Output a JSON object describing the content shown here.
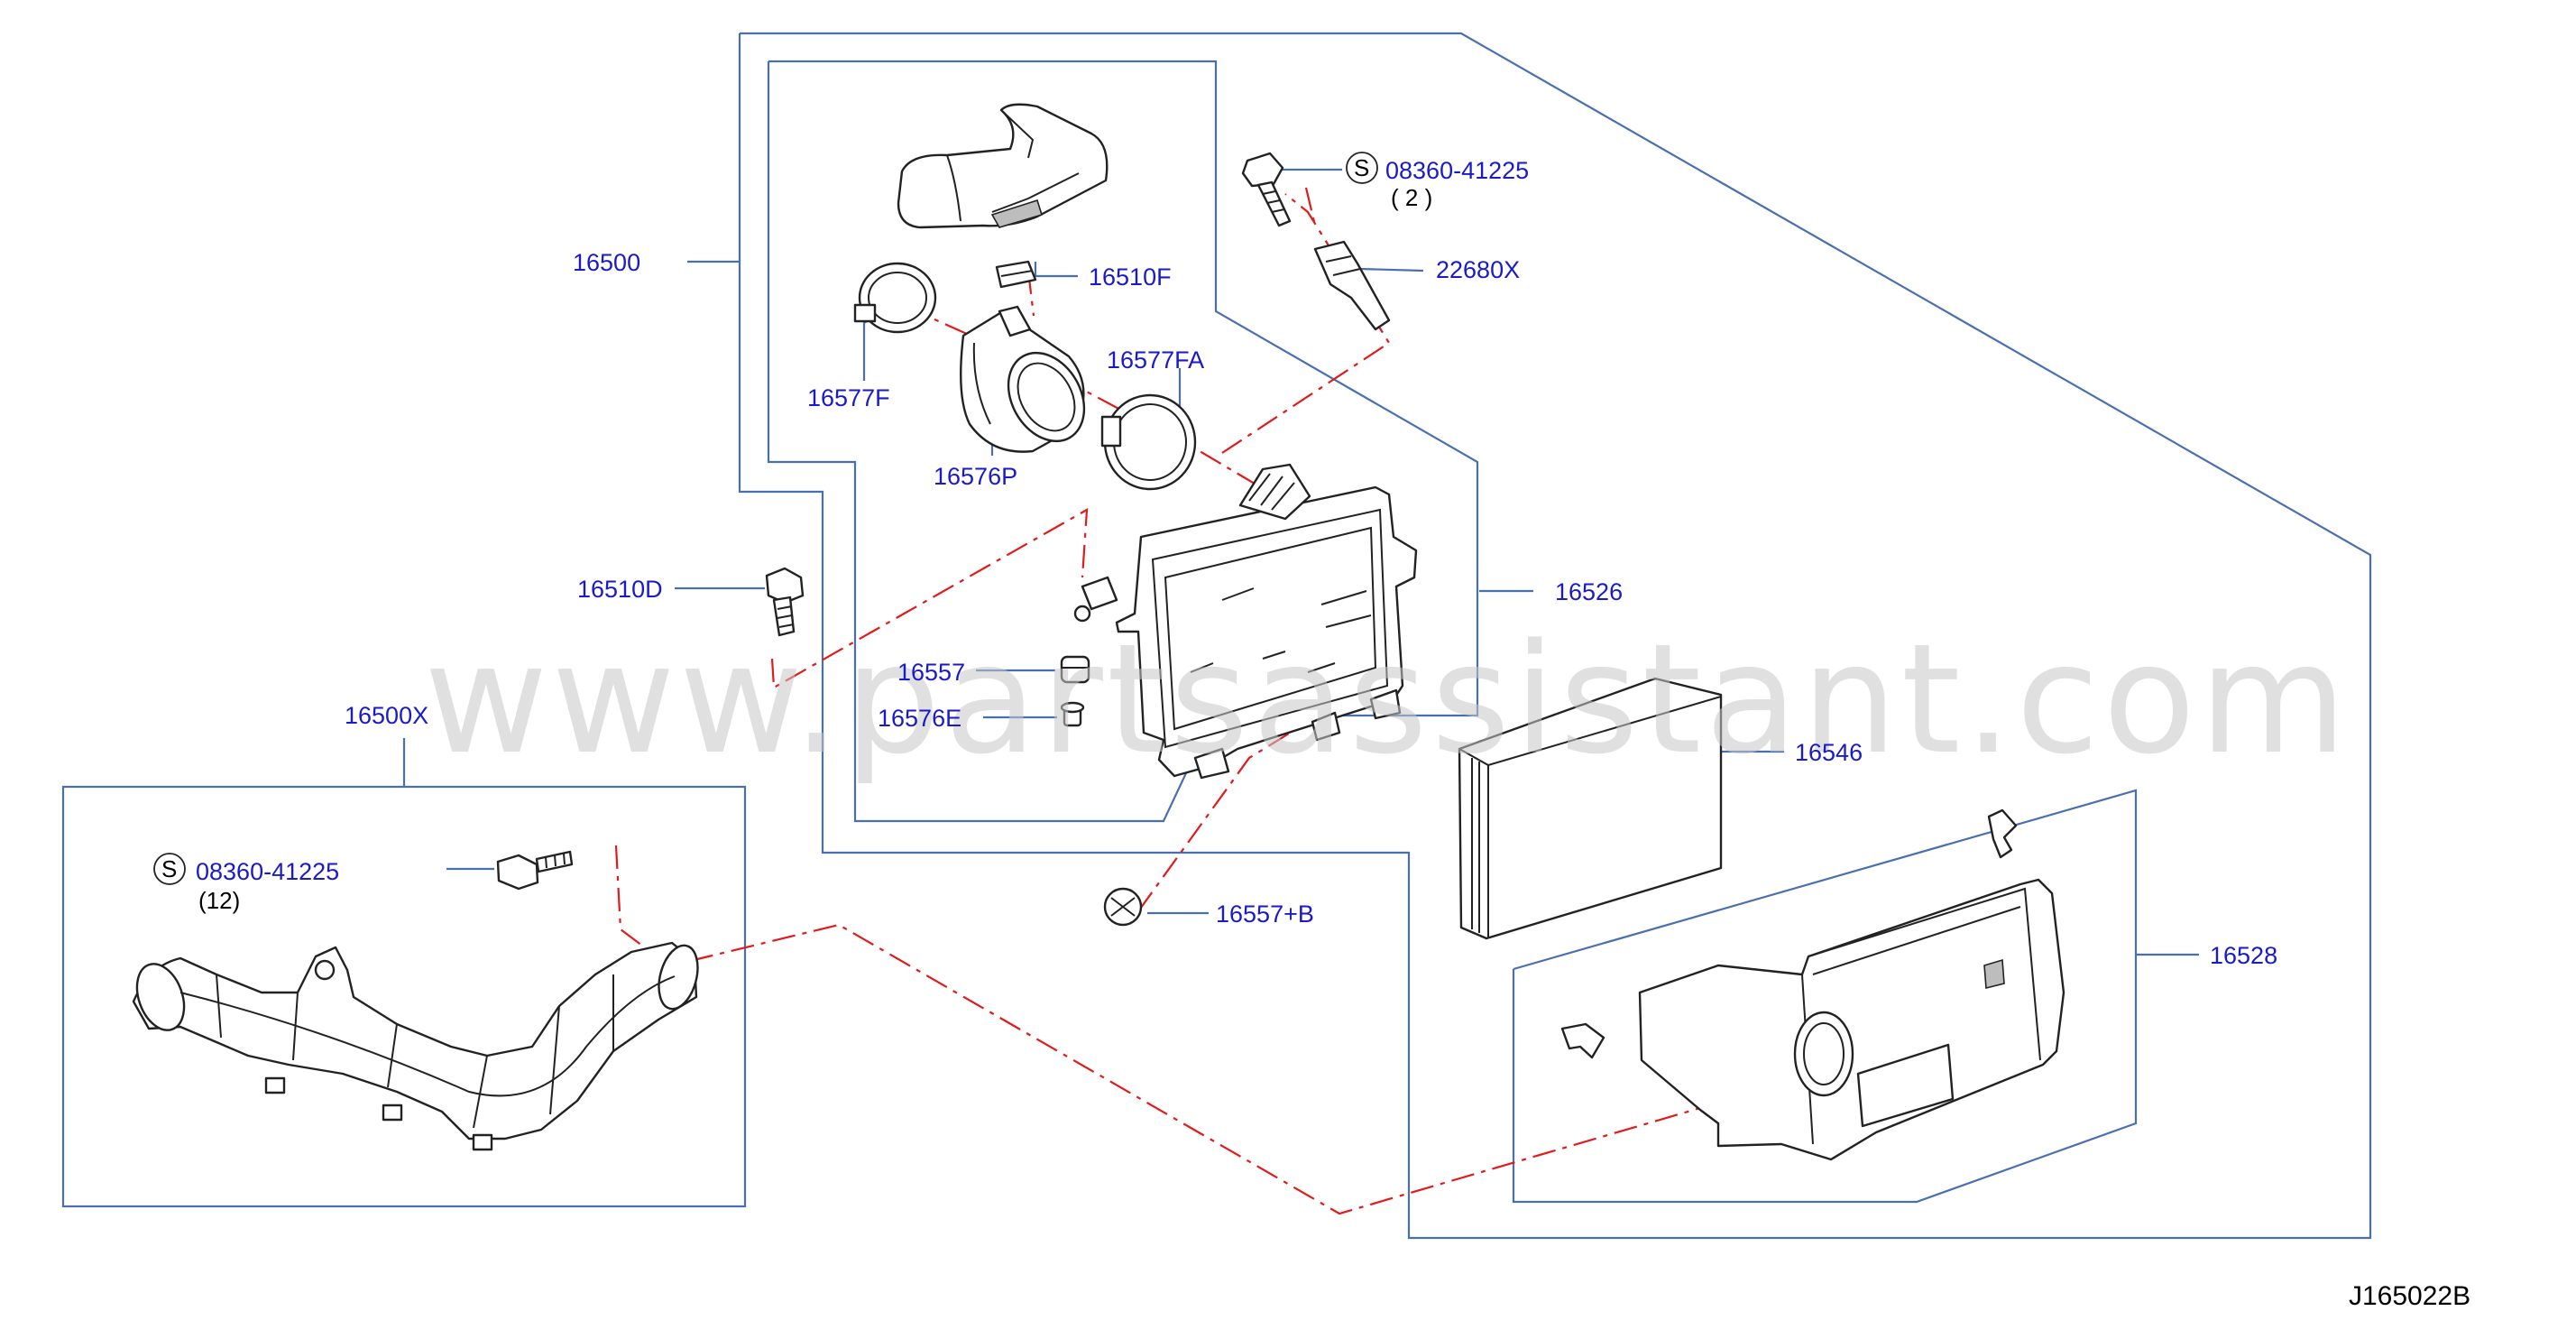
{
  "diagram": {
    "watermark": "www.partsassistant.com",
    "diagram_code": "J165022B",
    "labels": {
      "p16500": "16500",
      "p16510F": "16510F",
      "p16577FA": "16577FA",
      "p16577F": "16577F",
      "p16576P": "16576P",
      "p22680X": "22680X",
      "bolt_top": "08360-41225",
      "bolt_top_qty": "( 2 )",
      "p16510D": "16510D",
      "p16526": "16526",
      "p16557": "16557",
      "p16576E": "16576E",
      "p16500X": "16500X",
      "bolt_left": "08360-41225",
      "bolt_left_qty": "(12)",
      "p16546": "16546",
      "p16557B": "16557+B",
      "p16528": "16528",
      "s_mark": "S"
    },
    "colors": {
      "label": "#1a1acc",
      "frame": "#4a6fb0",
      "dash_line": "#e01b1b",
      "ink": "#222222"
    }
  }
}
